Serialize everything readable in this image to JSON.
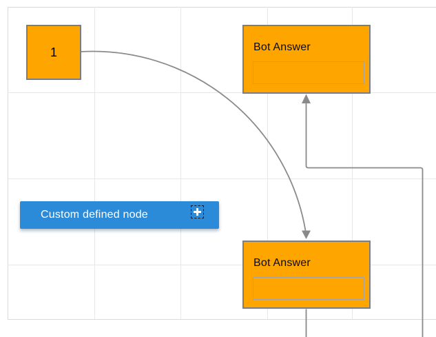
{
  "diagram": {
    "node1": {
      "label": "1"
    },
    "bot_answer_top": {
      "title": "Bot Answer",
      "field_value": "",
      "field_placeholder": ""
    },
    "bot_answer_bottom": {
      "title": "Bot Answer",
      "field_value": "",
      "field_placeholder": ""
    },
    "custom_node": {
      "label": "Custom defined node",
      "action_icon": "plus-icon"
    },
    "colors": {
      "node_fill": "#ffa500",
      "node_border": "#7d7d7d",
      "inner_box_border": "#a3a3a3",
      "custom_node_fill": "#2b8bd8",
      "custom_node_text": "#ffffff",
      "connector": "#8a8a8a",
      "grid_line": "#e7e7e7",
      "canvas_edge": "#dadada",
      "node_label_text": "#000000",
      "canvas_background": "#ffffff"
    }
  }
}
